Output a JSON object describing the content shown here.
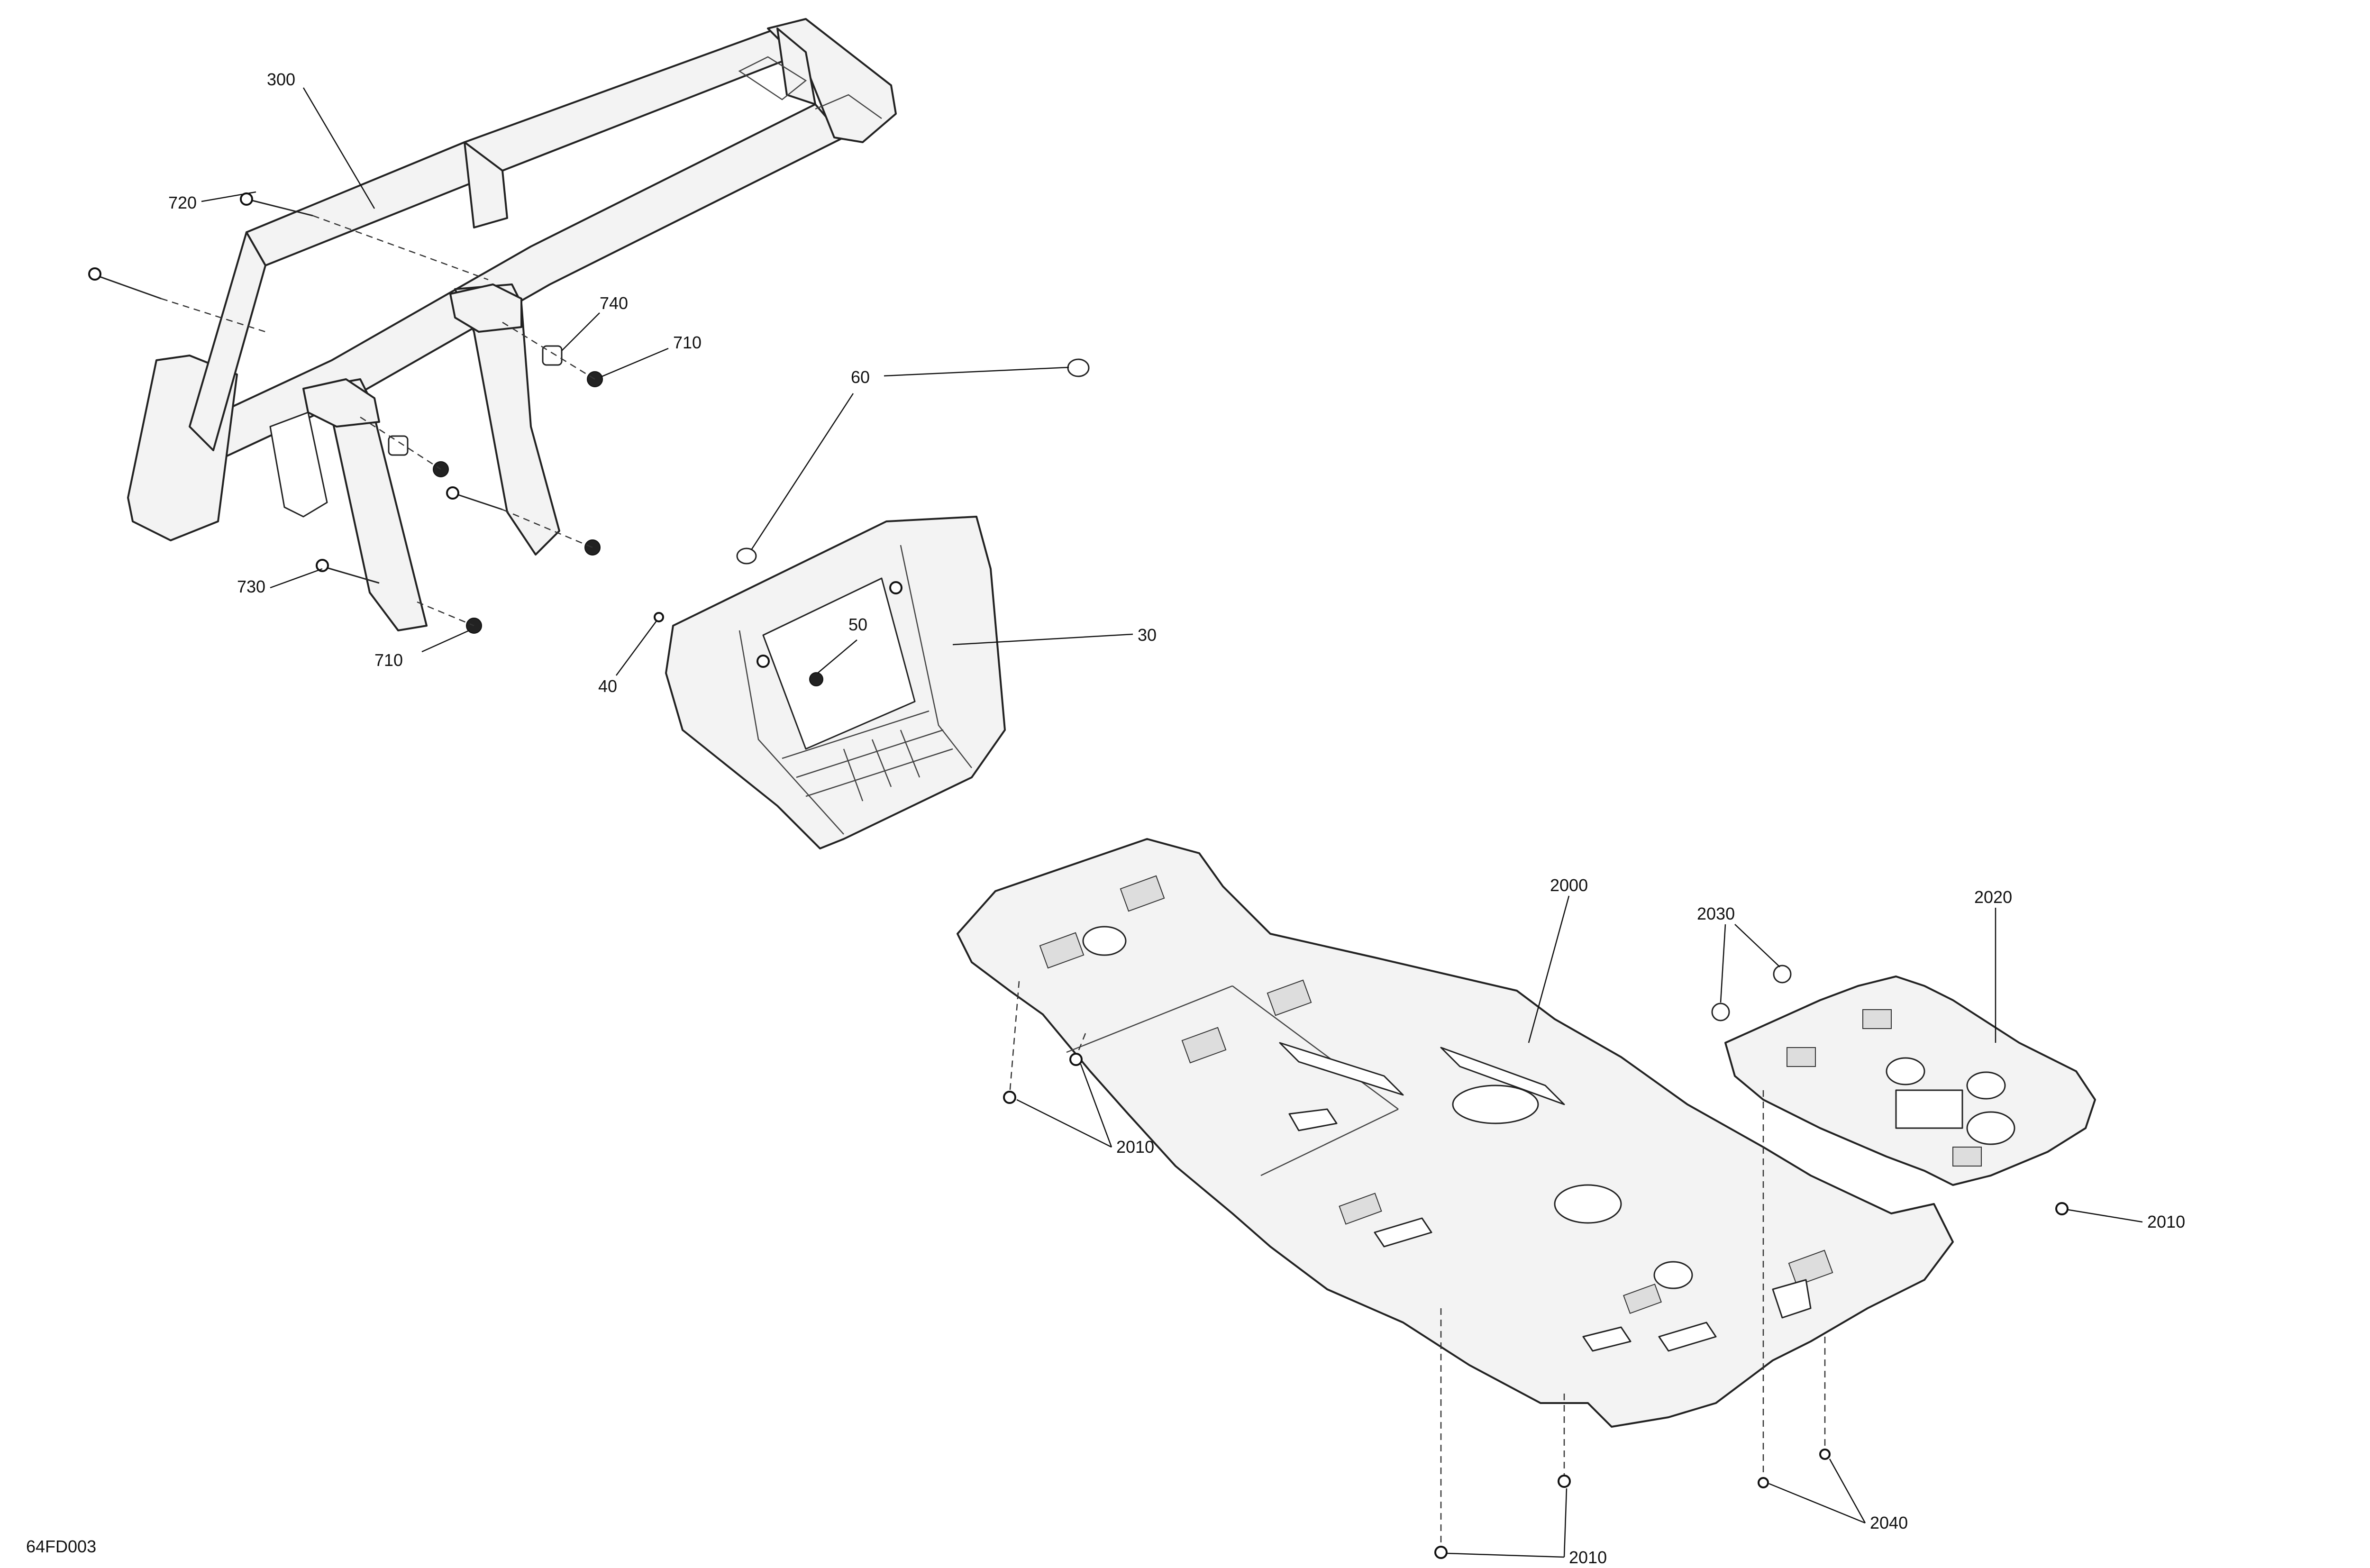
{
  "diagram_id": "64FD003",
  "callouts": {
    "c300": "300",
    "c720": "720",
    "c740": "740",
    "c710a": "710",
    "c710b": "710",
    "c730": "730",
    "c60": "60",
    "c50": "50",
    "c40": "40",
    "c30": "30",
    "c2000": "2000",
    "c2030": "2030",
    "c2020": "2020",
    "c2010a": "2010",
    "c2010b": "2010",
    "c2010c": "2010",
    "c2040": "2040"
  }
}
